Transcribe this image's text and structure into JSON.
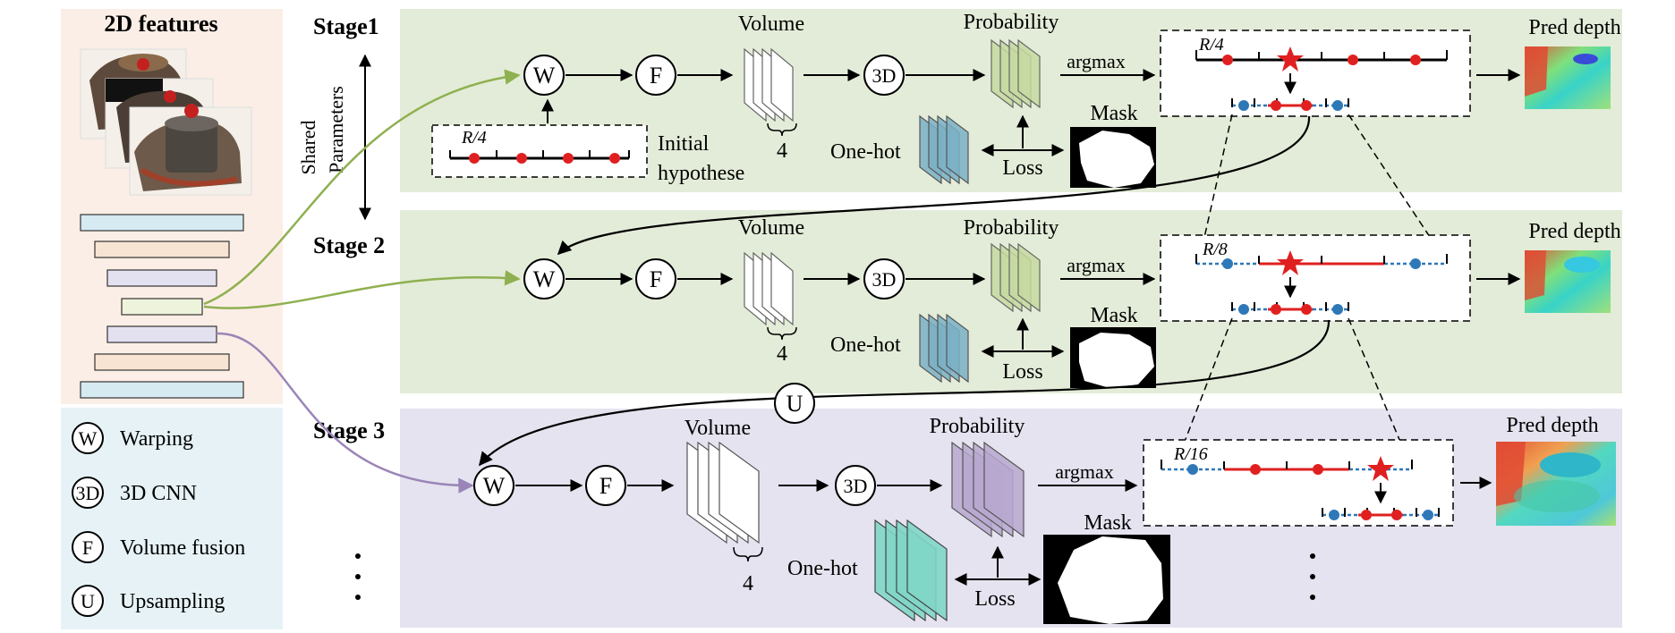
{
  "left_panel": {
    "title": "2D features"
  },
  "shared_label": {
    "line1": "Shared",
    "line2": "Parameters"
  },
  "legend": {
    "items": [
      {
        "symbol": "W",
        "label": "Warping"
      },
      {
        "symbol": "3D",
        "label": "3D CNN"
      },
      {
        "symbol": "F",
        "label": "Volume fusion"
      },
      {
        "symbol": "U",
        "label": "Upsampling"
      }
    ]
  },
  "stages": [
    {
      "label": "Stage1",
      "range": "R/4",
      "volume_count": "4"
    },
    {
      "label": "Stage 2",
      "range": "R/8",
      "volume_count": "4"
    },
    {
      "label": "Stage 3",
      "range": "R/16",
      "volume_count": "4"
    }
  ],
  "common": {
    "volume": "Volume",
    "probability": "Probability",
    "argmax": "argmax",
    "pred_depth": "Pred depth",
    "mask": "Mask",
    "onehot": "One-hot",
    "loss": "Loss",
    "initial_line1": "Initial",
    "initial_line2": "hypothese",
    "initial_range": "R/4",
    "node_W": "W",
    "node_F": "F",
    "node_3D": "3D",
    "node_U": "U"
  },
  "colors": {
    "stage_green_bg": "#e3ecd8",
    "stage_purple_bg": "#e5e3ef",
    "left_panel_bg": "#fbeee6",
    "legend_bg": "#e6f2f6",
    "green_arrow": "#8fb050",
    "purple_arrow": "#9a85b8",
    "red": "#e02020",
    "blue": "#2e78b8",
    "prob_green": "#c5d9a0",
    "prob_purple": "#b7a8cf",
    "onehot_blue": "#7ab0c6",
    "onehot_teal": "#7fd6c6"
  }
}
